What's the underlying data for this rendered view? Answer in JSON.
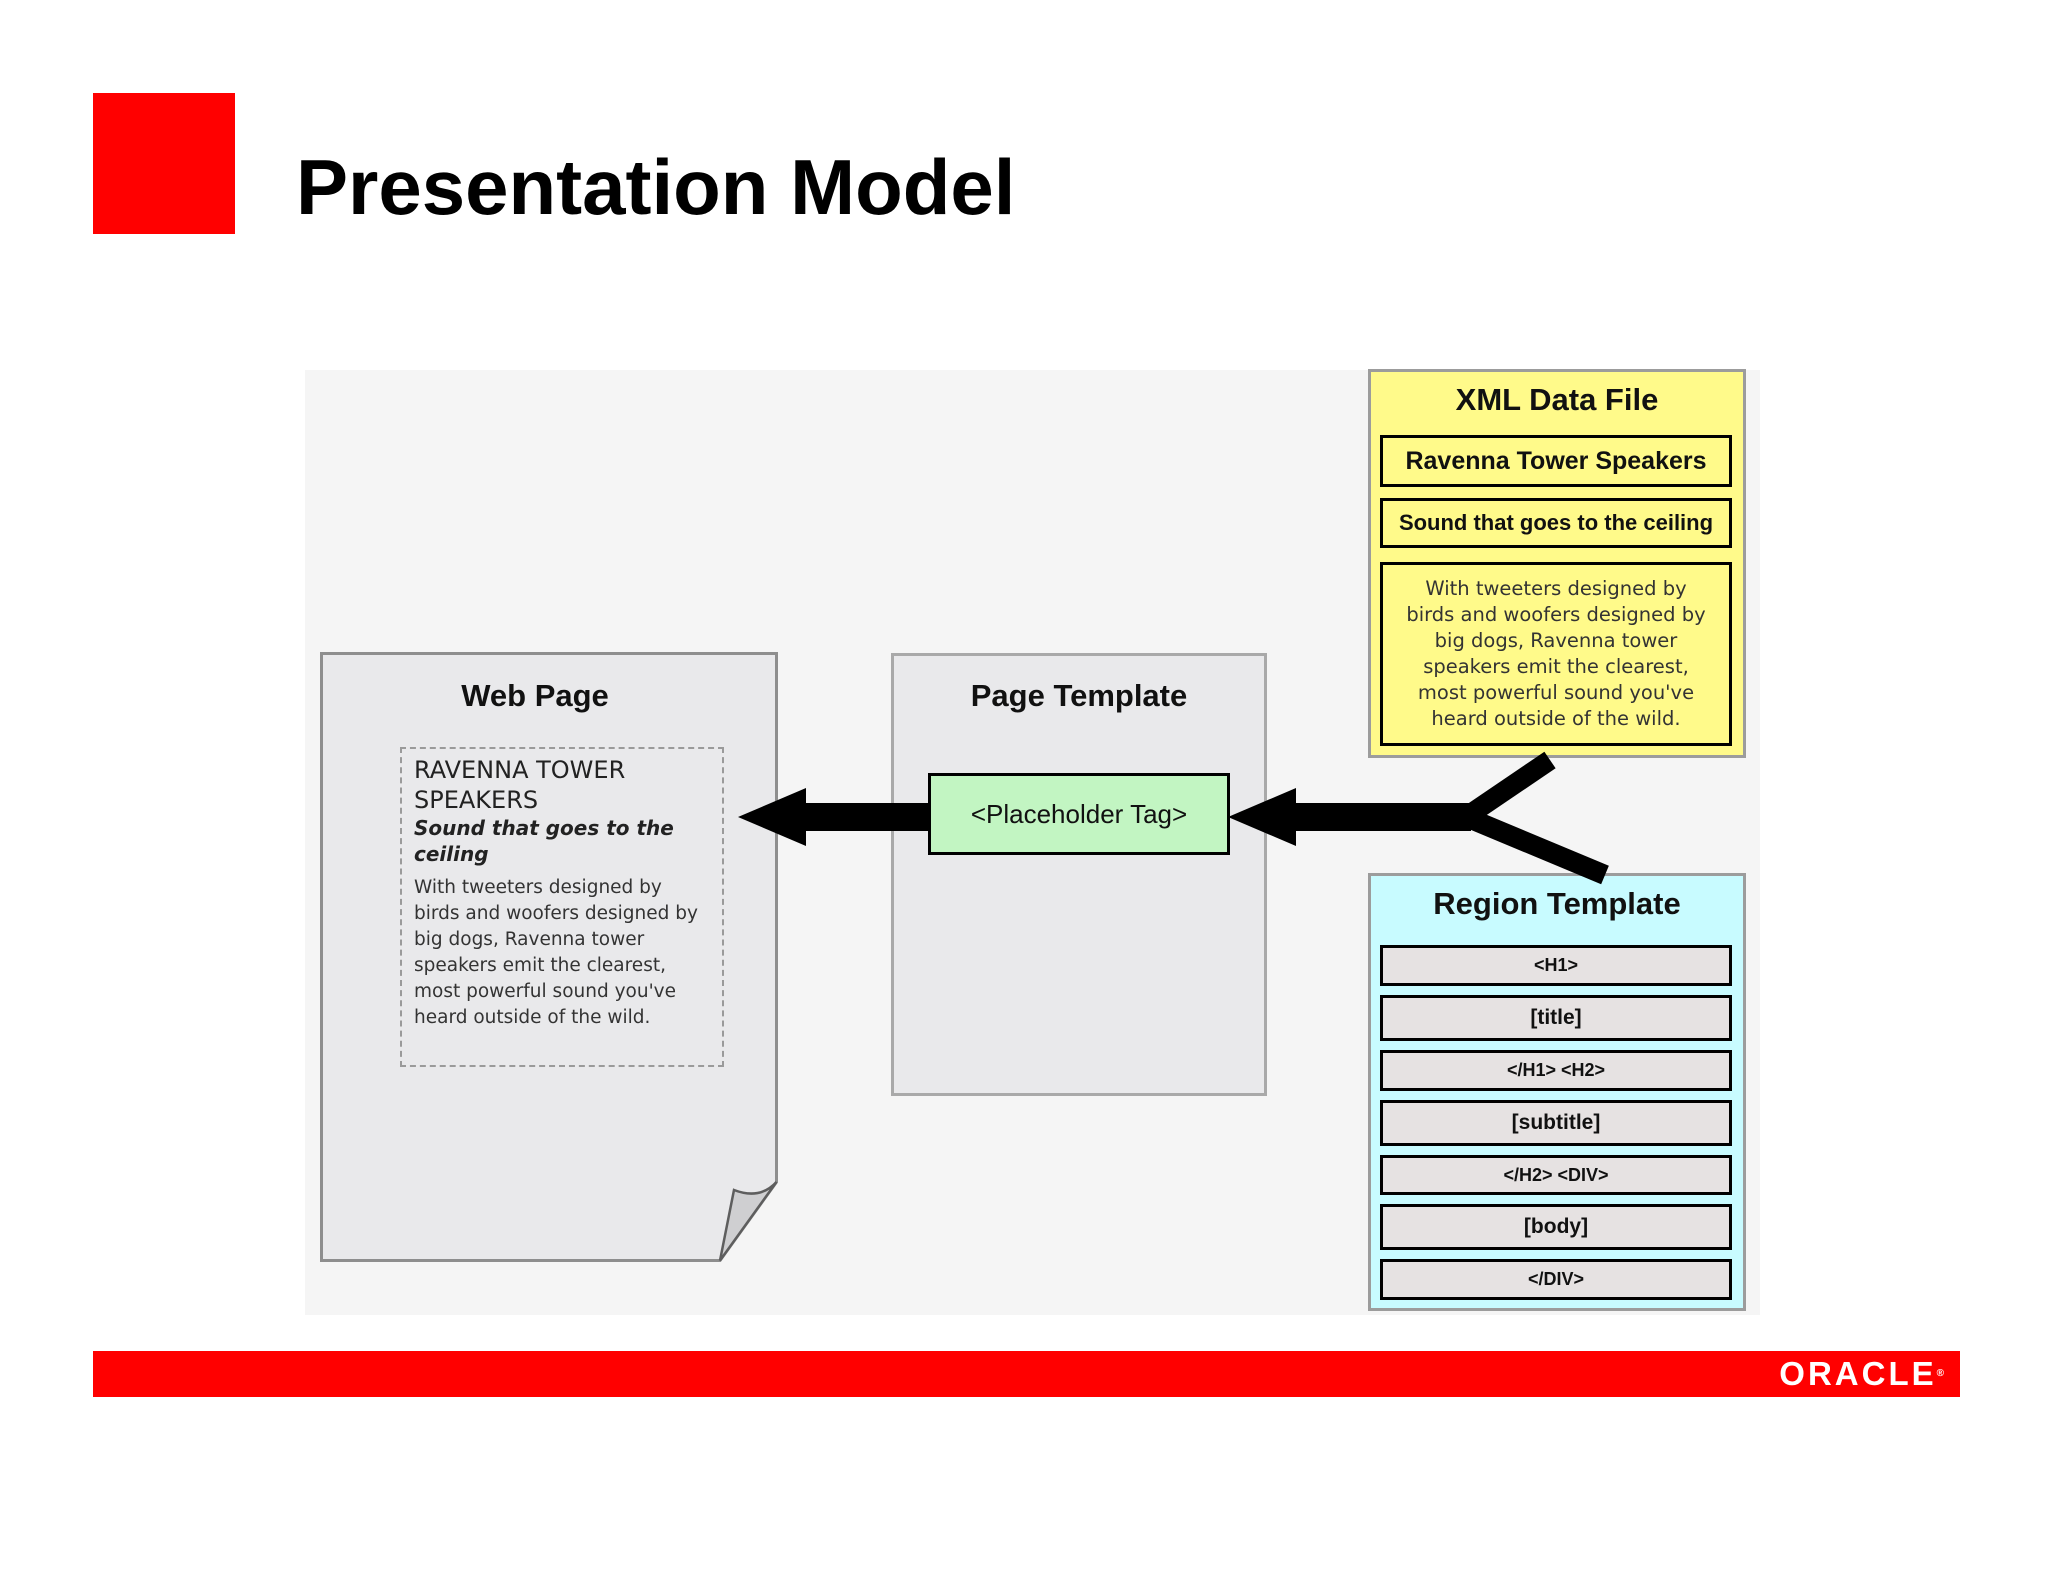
{
  "slide": {
    "title": "Presentation Model"
  },
  "web_page": {
    "title": "Web Page",
    "heading": "RAVENNA TOWER SPEAKERS",
    "subheading": "Sound that goes to the ceiling",
    "body": "With tweeters designed by birds and woofers designed by big dogs, Ravenna tower speakers emit the clearest, most powerful sound you've heard outside of the wild."
  },
  "page_template": {
    "title": "Page Template",
    "placeholder": "<Placeholder Tag>"
  },
  "xml_data_file": {
    "title": "XML Data File",
    "fields": [
      "Ravenna Tower Speakers",
      "Sound that goes to the ceiling",
      "With tweeters designed by birds and woofers designed by big dogs, Ravenna tower speakers emit the clearest, most powerful sound you've heard outside of the wild."
    ]
  },
  "region_template": {
    "title": "Region Template",
    "rows": [
      "<H1>",
      "[title]",
      "</H1> <H2>",
      "[subtitle]",
      "</H2> <DIV>",
      "[body]",
      "</DIV>"
    ]
  },
  "footer": {
    "logo": "ORACLE"
  },
  "colors": {
    "accent_red": "#ff0000",
    "xml_fill": "#fffa8a",
    "region_fill": "#c8fbff",
    "placeholder_fill": "#c2f5c2",
    "template_fill": "#e9e9eb"
  }
}
